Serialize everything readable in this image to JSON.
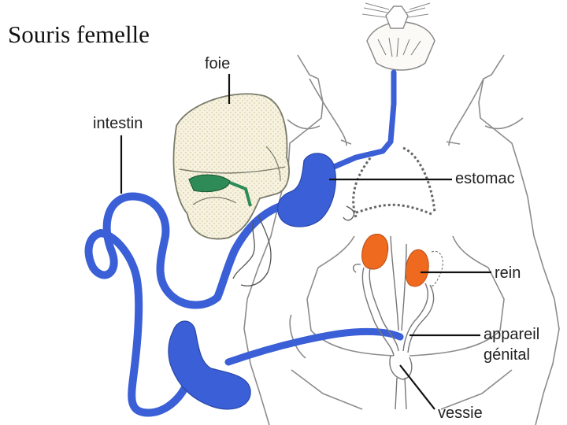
{
  "title": "Souris femelle",
  "labels": {
    "foie": "foie",
    "intestin": "intestin",
    "estomac": "estomac",
    "rein": "rein",
    "appareil_line1": "appareil",
    "appareil_line2": "génital",
    "vessie": "vessie"
  },
  "colors": {
    "digestive_tract": "#3a5fd6",
    "liver": "#f3efdc",
    "gallbladder": "#2e8b57",
    "kidney": "#ef6a1e",
    "outline": "#8a8a8a"
  }
}
